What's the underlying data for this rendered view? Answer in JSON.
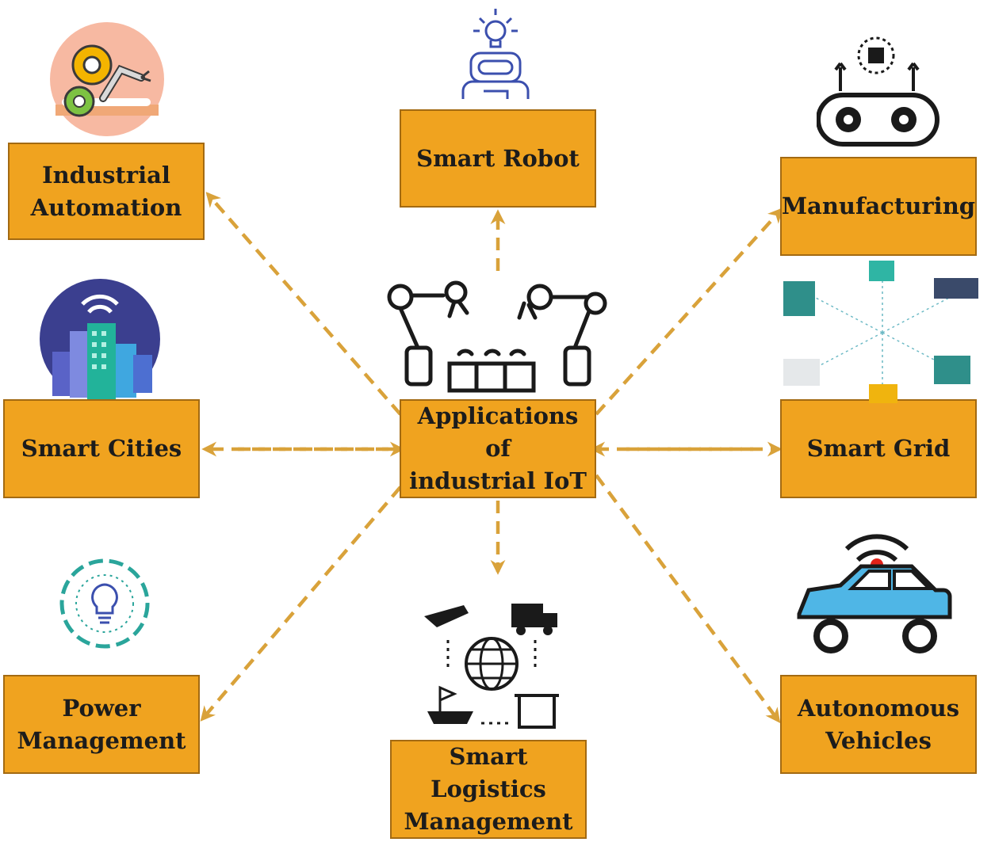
{
  "center": {
    "label": "Applications of\nindustrial IoT"
  },
  "nodes": {
    "industrial_automation": "Industrial\nAutomation",
    "smart_robot": "Smart Robot",
    "manufacturing": "Manufacturing",
    "smart_cities": "Smart Cities",
    "smart_grid": "Smart Grid",
    "power_management": "Power\nManagement",
    "smart_logistics": "Smart Logistics\nManagement",
    "autonomous_vehicles": "Autonomous\nVehicles"
  },
  "colors": {
    "box_fill": "#f0a31f",
    "box_border": "#a36a12",
    "arrow": "#d9a23a",
    "icon_dark": "#1a1a1a",
    "icon_teal": "#2aa59b",
    "icon_blue": "#3b4fae",
    "car_blue": "#4fb6e6",
    "signal_red": "#e2231a"
  },
  "icons": [
    "robot-arm-gear-icon",
    "robot-lightbulb-icon",
    "conveyor-gears-icon",
    "city-wifi-icon",
    "smart-grid-network-icon",
    "gear-lightbulb-icon",
    "logistics-globe-icon",
    "connected-car-icon",
    "factory-robot-arms-icon"
  ]
}
